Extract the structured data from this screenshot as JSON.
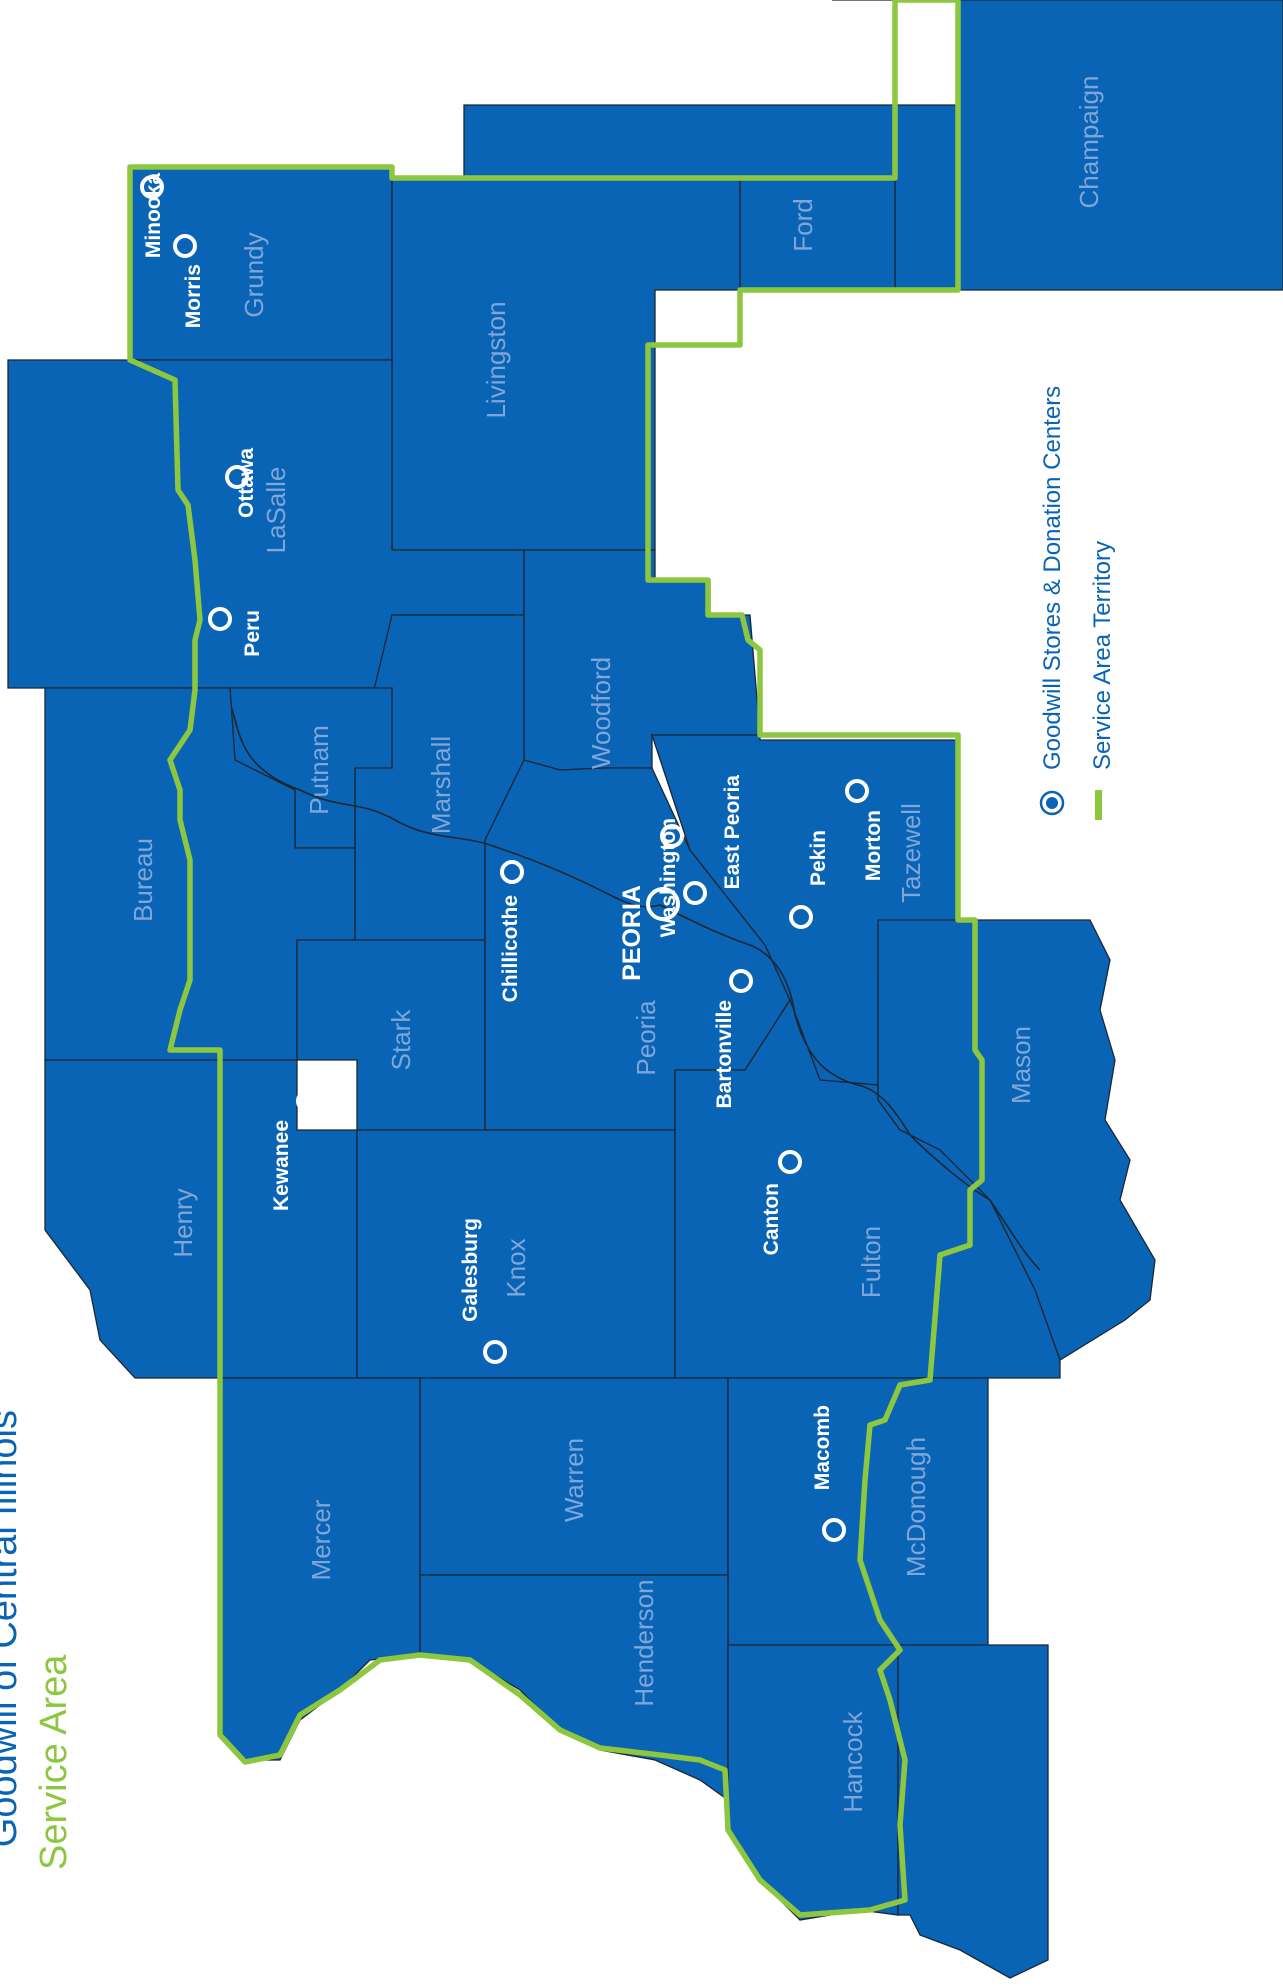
{
  "title": "Goodwill of Central Illinois",
  "subtitle": "Service Area",
  "colors": {
    "county": "#0a64b5",
    "service_line": "#8dc63f",
    "title": "#0a64b5",
    "legend": "#0a64b5"
  },
  "legend": {
    "stores_label": "Goodwill Stores & Donation Centers",
    "territory_label": "Service Area Territory"
  },
  "counties": [
    {
      "name": "Grundy"
    },
    {
      "name": "LaSalle"
    },
    {
      "name": "Livingston"
    },
    {
      "name": "Ford"
    },
    {
      "name": "Champaign"
    },
    {
      "name": "Bureau"
    },
    {
      "name": "Putnam"
    },
    {
      "name": "Marshall"
    },
    {
      "name": "Woodford"
    },
    {
      "name": "Stark"
    },
    {
      "name": "Peoria"
    },
    {
      "name": "Tazewell"
    },
    {
      "name": "Mason"
    },
    {
      "name": "Henry"
    },
    {
      "name": "Knox"
    },
    {
      "name": "Fulton"
    },
    {
      "name": "Mercer"
    },
    {
      "name": "Warren"
    },
    {
      "name": "McDonough"
    },
    {
      "name": "Henderson"
    },
    {
      "name": "Hancock"
    }
  ],
  "cities": [
    {
      "name": "Minooka"
    },
    {
      "name": "Morris"
    },
    {
      "name": "Ottawa"
    },
    {
      "name": "Peru"
    },
    {
      "name": "Washington"
    },
    {
      "name": "PEORIA"
    },
    {
      "name": "East Peoria"
    },
    {
      "name": "Chillicothe"
    },
    {
      "name": "Pekin"
    },
    {
      "name": "Morton"
    },
    {
      "name": "Bartonville"
    },
    {
      "name": "Kewanee"
    },
    {
      "name": "Galesburg"
    },
    {
      "name": "Canton"
    },
    {
      "name": "Macomb"
    }
  ]
}
